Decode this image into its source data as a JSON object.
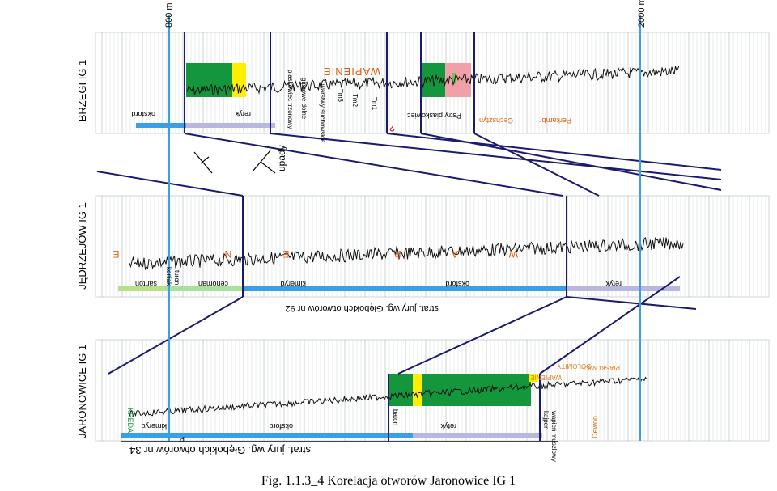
{
  "wells": {
    "brzegi": {
      "name": "BRZEGI IG 1",
      "depth_top": "800 m",
      "depth_bottom": "2000 m",
      "strat_labels": [
        "oksford",
        "retyk",
        "piaskowiec trzonowy",
        "gipsowe dolne",
        "warstwy suchowskie",
        "Tm3",
        "Tm2",
        "Tm1",
        "Pstry piaskowiec",
        "Cechsztyn",
        "Perkarnbr"
      ],
      "layer_word": "WAPIENIE",
      "upadek": "upady",
      "question": "?"
    },
    "jedrzejow": {
      "name": "JĘDRZEJÓW IG 1",
      "strat_labels": [
        "santon",
        "koniak",
        "turon",
        "cenoman",
        "kimeryd",
        "oksford",
        "retyk"
      ],
      "layer_word": "W A P I E N I E",
      "footer": "strat. jury wg. Głębokich otworów nr 92"
    },
    "jaronowice": {
      "name": "JARONOWICE IG 1",
      "strat_labels": [
        "KREDA",
        "kimeryd",
        "oksford",
        "baton",
        "retyk",
        "wapień muszlowy",
        "kajper",
        "Dewon"
      ],
      "side_labels": [
        "WAPIENIE",
        "DOLOMITY",
        "PIASKOWCE"
      ],
      "pleistocene": "P",
      "footer": "strat. jury wg. Głębokich otworów nr 34"
    }
  },
  "caption": "Fig. 1.1.3_4 Korelacja otworów Jaronowice IG 1",
  "colors": {
    "green": "#14963c",
    "yellow": "#ffee00",
    "pink": "#f0a0a8",
    "blue": "#3aa0e6",
    "navy": "#1a1a6e",
    "grid": "#b8c2c2",
    "orange": "#e06010"
  }
}
